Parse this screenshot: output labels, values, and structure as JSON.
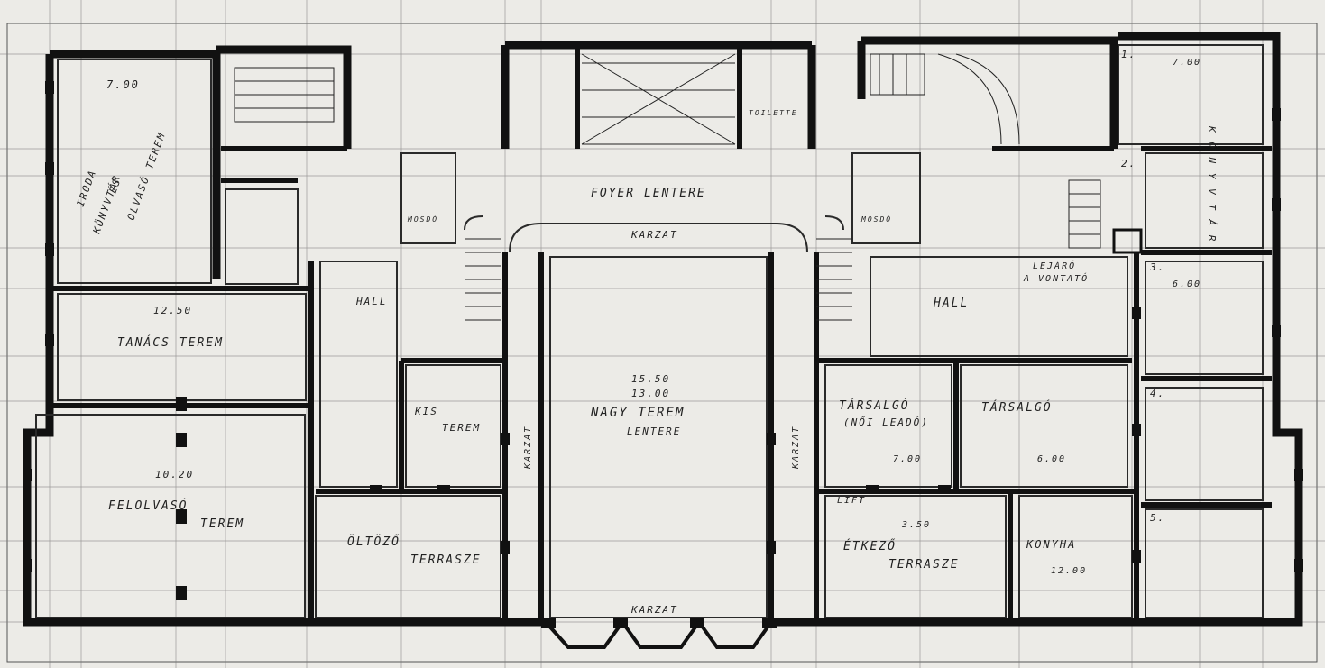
{
  "plan": {
    "colors": {
      "paper": "#ecebe7",
      "ink": "#111111",
      "line": "#3a3a3a",
      "fill": "#f3f2ee"
    },
    "labels": {
      "office_north_1": "IRODA",
      "office_north_2": "KÖNYVTÁR",
      "office_north_3": "ÉS",
      "office_north_4": "OLVASÓ TEREM",
      "dim_top_left": "7.00",
      "dim_left_hall": "12.50",
      "room_tanacs": "TANÁCS TEREM",
      "dim_felolvaso": "10.20",
      "room_felolvaso_1": "FELOLVASÓ",
      "room_felolvaso_2": "TEREM",
      "hall_left": "HALL",
      "room_kis_terem_1": "KIS",
      "room_kis_terem_2": "TEREM",
      "room_oltozo_1": "ÖLTÖZŐ",
      "room_oltozo_2": "TERRASZE",
      "foyer": "FOYER LENTERE",
      "lodge_top": "KARZAT",
      "dim_nagy_1": "15.50",
      "dim_nagy_2": "13.00",
      "room_nagy_1": "NAGY TEREM",
      "room_nagy_2": "LENTERE",
      "karzat_left": "KARZAT",
      "karzat_right": "KARZAT",
      "stage_bottom": "KARZAT",
      "hall_right": "HALL",
      "room_tarsalgo_1a": "TÁRSALGÓ",
      "room_tarsalgo_1b": "(NŐI LEADÓ)",
      "dim_tarsalgo_1": "7.00",
      "room_tarsalgo_2": "TÁRSALGÓ",
      "dim_tarsalgo_2": "6.00",
      "lift": "LIFT",
      "dim_etkezo": "3.50",
      "room_etkezo_1": "ÉTKEZŐ",
      "room_etkezo_2": "TERRASZE",
      "room_konyha": "KONYHA",
      "dim_konyha": "12.00",
      "lejaro_1": "LEJÁRÓ",
      "lejaro_2": "A VONTATÓ",
      "side_letters": "K  Ö  N  Y  V  T  Á  R",
      "num_1": "1.",
      "num_2": "2.",
      "num_3": "3.",
      "num_4": "4.",
      "num_5": "5.",
      "dim_right_top": "7.00",
      "dim_right_mid": "6.00",
      "wc_1": "MOSDÓ",
      "wc_2": "MOSDÓ",
      "wc_3": "TOILETTE"
    }
  }
}
